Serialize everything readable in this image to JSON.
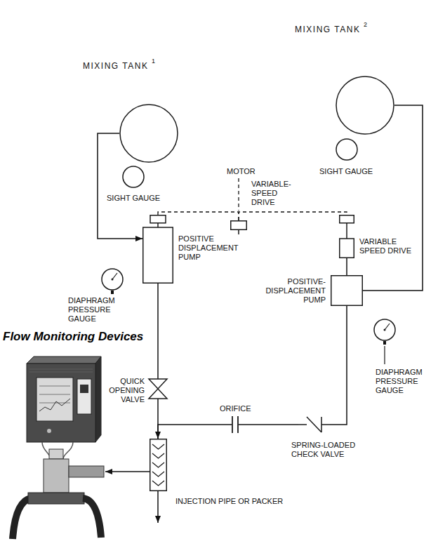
{
  "diagram": {
    "nodes": [
      {
        "text": [
          "MIXING TANK",
          "1"
        ]
      },
      {
        "text": [
          "SIGHT GAUGE"
        ]
      },
      {
        "text": [
          "MIXING TANK",
          "2"
        ]
      },
      {
        "text": [
          "SIGHT GAUGE"
        ]
      },
      {
        "text": [
          "MOTOR",
          "VARIABLE- SPEED DRIVE"
        ]
      },
      {
        "text": [
          "POSITIVE DISPLACEMENT PUMP"
        ]
      },
      {
        "text": [
          "VARIABLE SPEED DRIVE"
        ]
      },
      {
        "text": [
          "POSITIVE- DISPLACEMENT PUMP"
        ]
      },
      {
        "text": [
          "DIAPHRAGM PRESSURE GAUGE"
        ]
      },
      {
        "text": [
          "DIAPHRAGM PRESSURE GAUGE"
        ]
      },
      {
        "text": [
          "QUICK OPENING VALVE"
        ]
      },
      {
        "text": [
          "ORIFICE"
        ]
      },
      {
        "text": [
          "SPRING-LOADED CHECK VALVE"
        ]
      },
      {
        "text": [
          "INJECTION PIPE OR PACKER"
        ]
      },
      {
        "text": [
          "Flow Monitoring Devices"
        ]
      }
    ],
    "edges": [
      {
        "from": 0,
        "to": 5,
        "arrow": "to"
      },
      {
        "from": 2,
        "to": 7,
        "arrow": "none"
      },
      {
        "from": 4,
        "to": 5,
        "arrow": "none"
      },
      {
        "from": 4,
        "to": 6,
        "arrow": "none"
      },
      {
        "from": 6,
        "to": 7,
        "arrow": "none"
      },
      {
        "from": 5,
        "to": 10,
        "arrow": "none"
      },
      {
        "from": 10,
        "to": 13,
        "arrow": "none"
      },
      {
        "from": 7,
        "to": 12,
        "arrow": "none"
      },
      {
        "from": 12,
        "to": 11,
        "arrow": "none"
      },
      {
        "from": 11,
        "to": 13,
        "arrow": "to"
      },
      {
        "from": 13,
        "to": 14,
        "arrow": "to"
      }
    ]
  }
}
